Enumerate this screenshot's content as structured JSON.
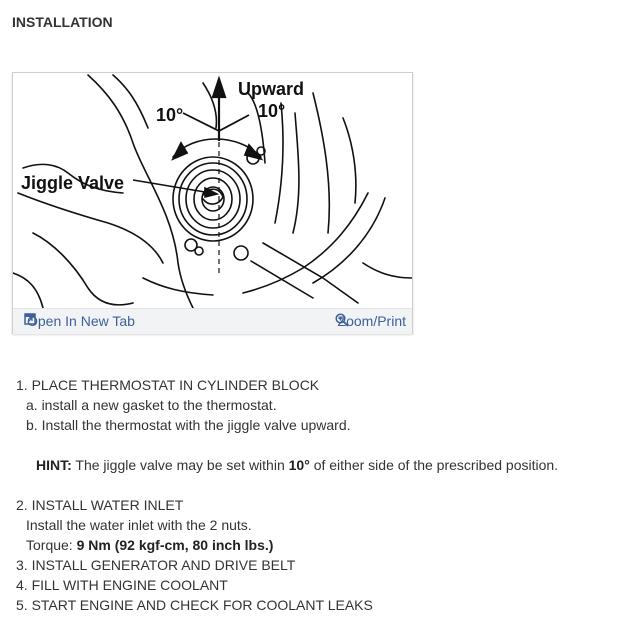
{
  "page": {
    "title": "INSTALLATION"
  },
  "figure": {
    "labels": {
      "upward": "Upward",
      "angle_left": "10°",
      "angle_right": "10°",
      "jiggle": "Jiggle Valve"
    },
    "open_tab": "Open In New Tab",
    "zoom_print": "Zoom/Print",
    "link_color": "#3f5f9a"
  },
  "steps": {
    "s1": "1. PLACE THERMOSTAT IN CYLINDER BLOCK",
    "s1a": "a. install a new gasket to the thermostat.",
    "s1b": "b. Install the thermostat with the jiggle valve upward.",
    "hint_label": "HINT:",
    "hint_text_1": " The jiggle valve may be set within ",
    "hint_value": "10°",
    "hint_text_2": " of either side of the prescribed position.",
    "s2": "2. INSTALL WATER INLET",
    "s2_detail": "Install the water inlet with the 2 nuts.",
    "torque_label": "Torque: ",
    "torque_value": "9 Nm (92 kgf-cm, 80 inch lbs.)",
    "s3": "3. INSTALL GENERATOR AND DRIVE BELT",
    "s4": "4. FILL WITH ENGINE COOLANT",
    "s5": "5. START ENGINE AND CHECK FOR COOLANT LEAKS"
  }
}
